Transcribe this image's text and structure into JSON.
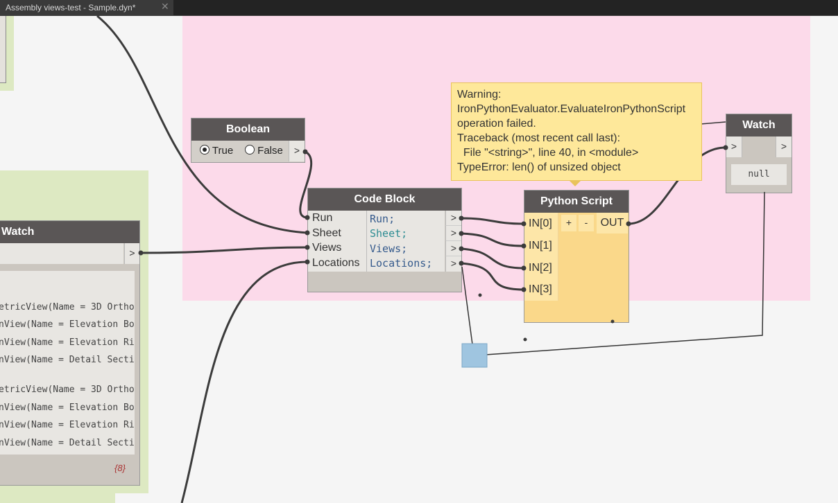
{
  "tab": {
    "title": "Assembly views-test - Sample.dyn*",
    "close_glyph": "✕"
  },
  "colors": {
    "group_pink": "#fcdaea",
    "group_green": "#dde9c2",
    "node_header": "#5a5656",
    "python_body": "#fad88a",
    "tooltip_bg": "#fee89a"
  },
  "boolean_node": {
    "title": "Boolean",
    "true_label": "True",
    "false_label": "False",
    "selected": "True",
    "out": ">"
  },
  "watch_left": {
    "title": "Watch",
    "out": ">",
    "lines": [
      "etricView(Name = 3D Ortho",
      "nView(Name = Elevation Bo",
      "nView(Name = Elevation Ri",
      "nView(Name = Detail Secti",
      "etricView(Name = 3D Ortho",
      "nView(Name = Elevation Bo",
      "nView(Name = Elevation Ri",
      "nView(Name = Detail Secti"
    ],
    "count": "{8}"
  },
  "code_block": {
    "title": "Code Block",
    "inputs": [
      "Run",
      "Sheet",
      "Views",
      "Locations"
    ],
    "code": [
      "Run;",
      "Sheet;",
      "Views;",
      "Locations;"
    ],
    "out": ">"
  },
  "python_script": {
    "title": "Python Script",
    "inputs": [
      "IN[0]",
      "IN[1]",
      "IN[2]",
      "IN[3]"
    ],
    "add": "+",
    "remove": "-",
    "output": "OUT"
  },
  "watch_right": {
    "title": "Watch",
    "in": ">",
    "out": ">",
    "value": "null"
  },
  "warning": {
    "lines": [
      "Warning:",
      "IronPythonEvaluator.EvaluateIronPythonScript",
      "operation failed.",
      "Traceback (most recent call last):",
      "  File \"<string>\", line 40, in <module>",
      "TypeError: len() of unsized object"
    ]
  }
}
